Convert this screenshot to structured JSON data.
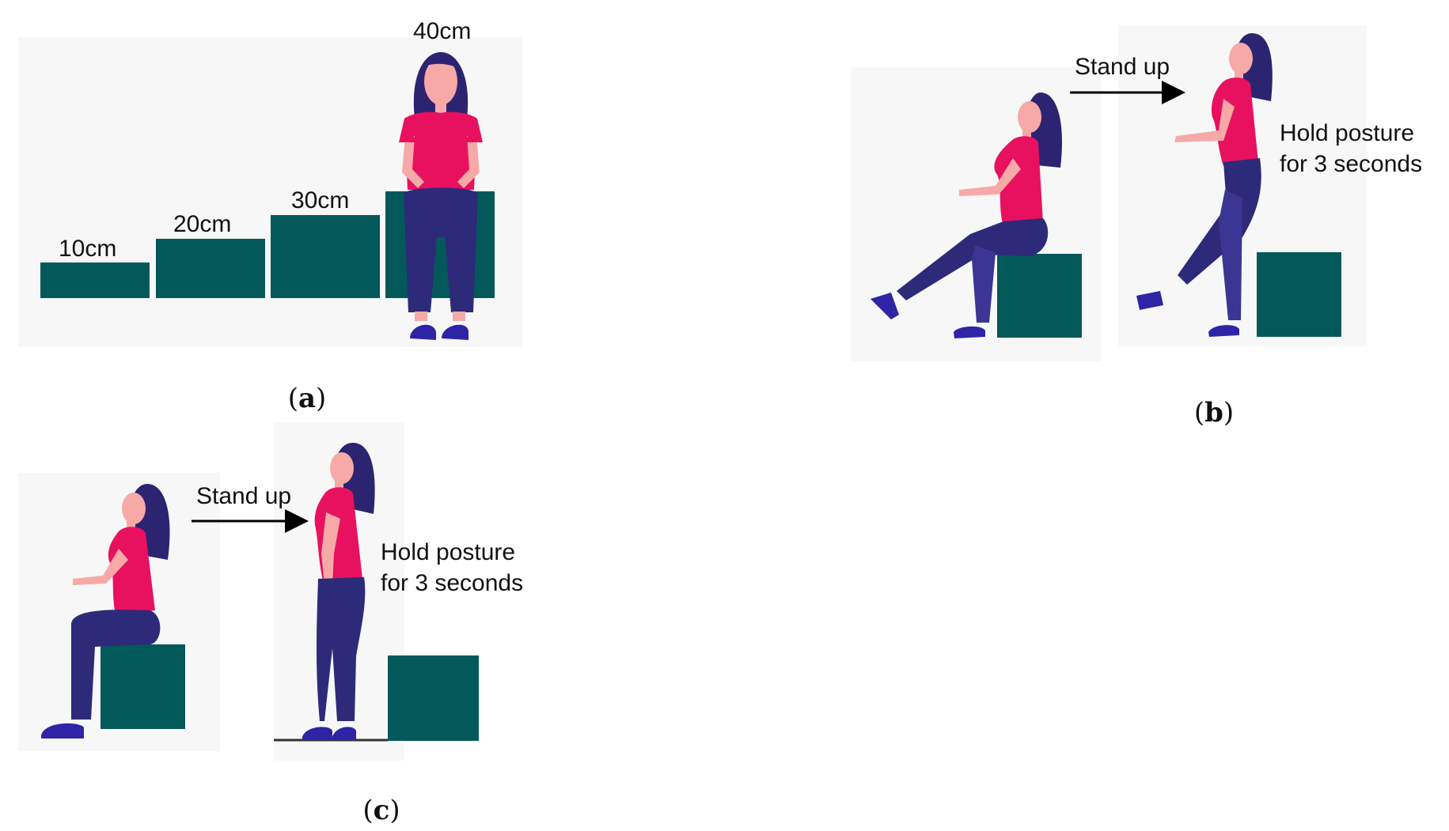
{
  "colors": {
    "panel_bg": "#f7f7f7",
    "box": "#03595a",
    "shirt": "#e8115f",
    "pants": "#2e2a7a",
    "pants_light": "#3b3594",
    "hair": "#2c2470",
    "skin": "#f6a9a7",
    "shoe": "#2f23a6",
    "arrow": "#000000"
  },
  "panel_a": {
    "heights": [
      "10cm",
      "20cm",
      "30cm",
      "40cm"
    ],
    "caption": "a"
  },
  "panel_b": {
    "action": "Stand up",
    "hold_line1": "Hold posture",
    "hold_line2": "for 3 seconds",
    "caption": "b"
  },
  "panel_c": {
    "action": "Stand up",
    "hold_line1": "Hold posture",
    "hold_line2": "for 3 seconds",
    "caption": "c"
  }
}
